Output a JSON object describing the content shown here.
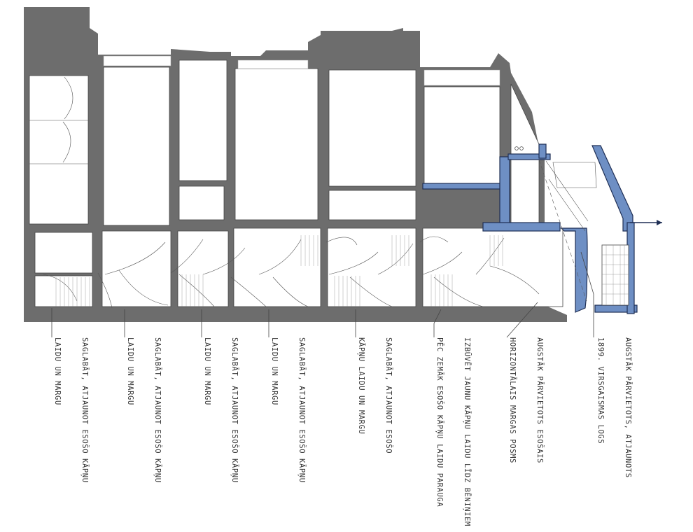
{
  "colors": {
    "existing_wall": "#6d6d6d",
    "new_structure": "#6e8fc4",
    "new_structure_outline": "#1f2f55",
    "line_work": "#555555"
  },
  "annotations": [
    {
      "line1": "SAGLABĀT, ATJAUNOT ESOŠO KĀPŅU",
      "line2": "LAIDU UN MARGU"
    },
    {
      "line1": "SAGLABĀT, ATJAUNOT ESOŠO KĀPŅU",
      "line2": "LAIDU UN MARGU"
    },
    {
      "line1": "SAGLABĀT, ATJAUNOT ESOŠO KĀPŅU",
      "line2": "LAIDU UN MARGU"
    },
    {
      "line1": "SAGLABĀT, ATJAUNOT ESOŠO KĀPŅU",
      "line2": "LAIDU UN MARGU"
    },
    {
      "line1": "SAGLABĀT, ATJAUNOT ESOŠO",
      "line2": "KĀPŅU LAIDU UN MARGU"
    },
    {
      "line1": "IZBŪVĒT JAUNU KĀPŅU LAIDU LĪDZ BĒNIŅIEM",
      "line2": "PĒC ZEMĀK ESOŠO KĀPŅU LAIDU PARAUGA"
    },
    {
      "line1": "AUGSTĀK PĀRVIETOTS ESOŠAIS",
      "line2": "HORIZONTĀLAIS MARGAS POSMS"
    },
    {
      "line1": "AUGSTĀK PĀRVIETOTS, ATJAUNOTS",
      "line2": "1899. VIRSGAISMAS LOGS"
    }
  ]
}
